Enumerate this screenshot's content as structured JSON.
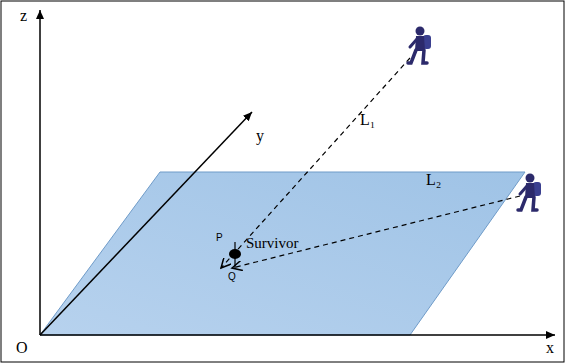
{
  "diagram": {
    "labels": [
      "z",
      "y",
      "x",
      "O",
      "L₁",
      "L₂",
      "P",
      "Q",
      "Survivor"
    ]
  }
}
